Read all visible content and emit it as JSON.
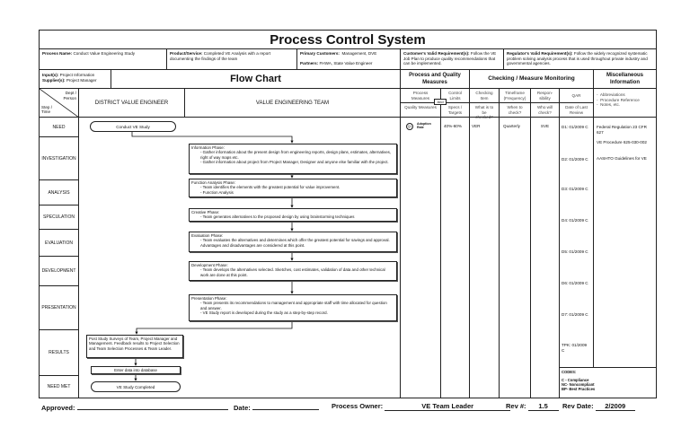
{
  "title": "Process Control System",
  "row1": {
    "process_name_label": "Process Name:",
    "process_name": "Conduct Value Engineering Study",
    "product_label": "Product/Service:",
    "product": "Completed VE Analysis with a report documenting the findings of the team",
    "customers_label": "Primary Customers:",
    "customers": "Management, DVE",
    "partners_label": "Partners:",
    "partners": "FHWA, State Value Engineer",
    "customer_req_label": "Customer's Valid Requirement(s):",
    "customer_req": "Follow the VE Job Plan to produce quality recommendations that can be implemented.",
    "regulator_req_label": "Regulator's Valid Requirement(s):",
    "regulator_req": "Follow the widely recognized systematic problem solving analysis process that is used throughout private industry and governmental agencies."
  },
  "row2": {
    "inputs_label": "Input(s):",
    "inputs": "Project Information",
    "suppliers_label": "Supplier(s):",
    "suppliers": "Project Manager",
    "flow_chart": "Flow Chart",
    "pq_measures": "Process and Quality Measures",
    "checking": "Checking / Measure Monitoring",
    "misc": "Miscellaneous Information"
  },
  "col_headers": {
    "dept": "Dept / Person",
    "step": "Step / Time",
    "district": "DISTRICT VALUE ENGINEER",
    "team": "VALUE ENGINEERING TEAM",
    "process_measures": "Process Measures",
    "and": "And",
    "quality_measures": "Quality Measures",
    "control_limits": "Control Limits",
    "specs": "Specs / Targets",
    "checking_item": "Checking Item",
    "what": "What is to be checked?",
    "timeframe": "Timeframe (Frequency)",
    "when": "When to check?",
    "responsibility": "Respon-sibility",
    "who": "Who will check?",
    "qar": "QAR",
    "last_review": "Date of Last Review",
    "misc_items": [
      "Abbreviations",
      "Procedure Reference",
      "Notes, etc."
    ]
  },
  "steps": [
    "NEED",
    "INVESTIGATION",
    "ANALYSIS",
    "SPECULATION",
    "EVALUATION",
    "DEVELOPMENT",
    "PRESENTATION",
    "RESULTS",
    "NEED MET"
  ],
  "flow": {
    "start": "Conduct VE Study",
    "phases": [
      {
        "title": "Information Phase:",
        "lines": [
          "- Gather information about the present design from engineering reports, design plans, estimates, alternatives, right of way maps etc.",
          "- Gather information about project from Project Manager, Designer and anyone else familiar with the project."
        ]
      },
      {
        "title": "Function Analysis Phase:",
        "lines": [
          "- Team identifies the elements with the greatest potential for value improvement.",
          "- Function Analysis"
        ]
      },
      {
        "title": "Creative Phase:",
        "lines": [
          "- Team generates alternatives to the proposed design by using brainstorming techniques"
        ]
      },
      {
        "title": "Evaluation Phase:",
        "lines": [
          "- Team evaluates the alternatives and determines which offer the greatest potential for savings and approval.  Advantages and disadvantages are considered at this point."
        ]
      },
      {
        "title": "Development Phase:",
        "lines": [
          "- Team develops the alternatives selected. Sketches, cost estimates, validation of data and other technical work are done at this point."
        ]
      },
      {
        "title": "Presentation Phase:",
        "lines": [
          "- Team presents its recommendations to management and appropriate staff with time allocated for question and answer.",
          "- VE Study report is developed during the study as a step-by-step record."
        ]
      }
    ],
    "post_study": "Post Study Surveys of Team, Project Manager and Management. Feedback results to Project Selection and Team Selection Processes & Team Leader.",
    "enter_data": "Enter data into database",
    "end": "VE Study Completed"
  },
  "measures": {
    "badge": "Q1",
    "measure": "Adoption Rate",
    "target": "40%-60%",
    "item": "VER",
    "frequency": "Quarterly",
    "responsible": "SVE"
  },
  "qar": [
    "D1: 01/2009 C",
    "D2: 01/2009 C",
    "D3: 01/2009 C",
    "D4: 01/2009 C",
    "D5: 01/2009 C",
    "D6: 01/2009 C",
    "D7: 01/2009 C",
    "TPK: 01/2009 C"
  ],
  "misc_info": [
    "Federal Regulation 23 CFR 627",
    "VE Procedure 625-030-002",
    "AASHTO Guidelines for VE"
  ],
  "codes": {
    "title": "CODES:",
    "items": [
      "C - Compliance",
      "NC- Noncompliant",
      "BP- Best Practices"
    ]
  },
  "footer": {
    "approved_label": "Approved:",
    "approved": "",
    "date_label": "Date:",
    "date": "",
    "owner_label": "Process Owner:",
    "owner": "VE Team Leader",
    "rev_label": "Rev #:",
    "rev": "1.5",
    "rev_date_label": "Rev Date:",
    "rev_date": "2/2009"
  }
}
